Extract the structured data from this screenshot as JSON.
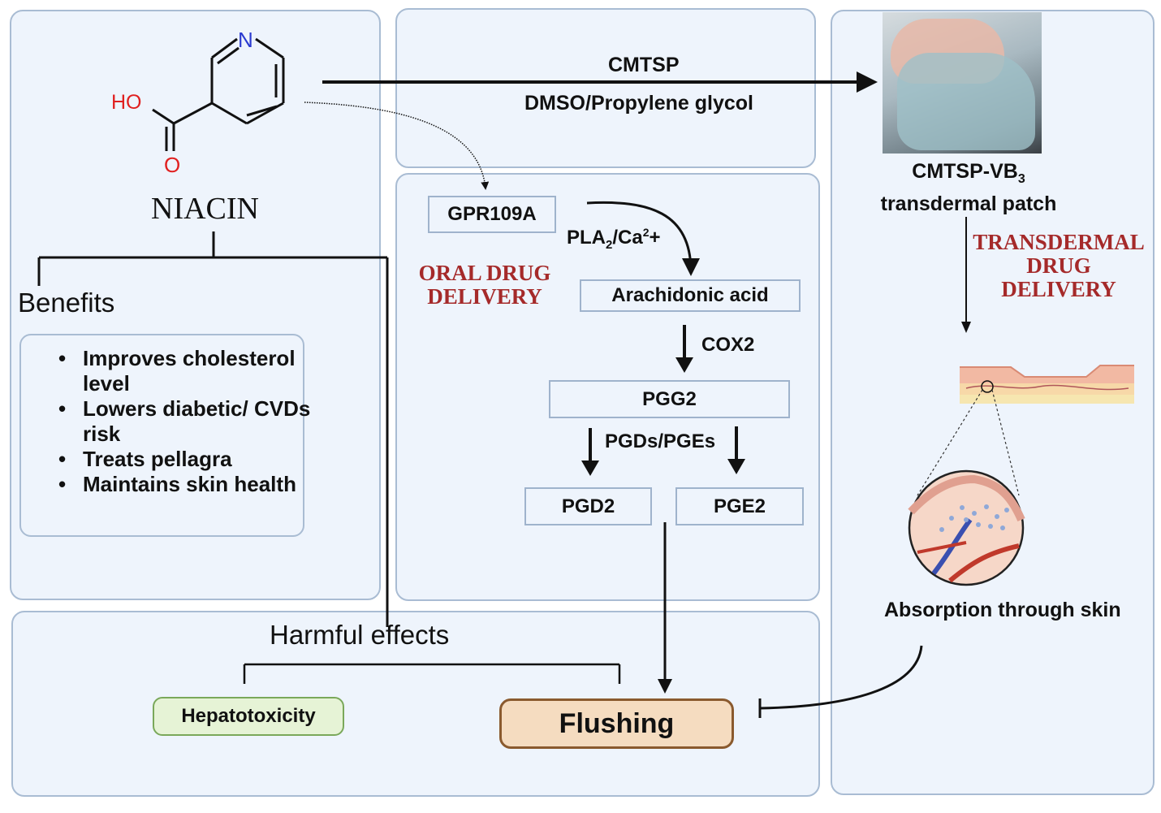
{
  "molecule": {
    "atom_n": "N",
    "atom_ho": "HO",
    "atom_o": "O",
    "name": "NIACIN"
  },
  "benefits": {
    "heading": "Benefits",
    "items": [
      "Improves cholesterol level",
      "Lowers diabetic/ CVDs risk",
      "Treats pellagra",
      "Maintains skin health"
    ]
  },
  "formulation": {
    "line1": "CMTSP",
    "line2": "DMSO/Propylene glycol"
  },
  "oral_pathway": {
    "receptor": "GPR109A",
    "label": "ORAL DRUG DELIVERY",
    "enzyme1_main": "PLA",
    "enzyme1_sub": "2",
    "enzyme1_mid": "/Ca",
    "enzyme1_sup": "2",
    "enzyme1_end": "+",
    "arachidonic": "Arachidonic acid",
    "cox": "COX2",
    "pgg2": "PGG2",
    "pgd_pge_label": "PGDs/PGEs",
    "pgd2": "PGD2",
    "pge2": "PGE2"
  },
  "transdermal": {
    "patch_main": "CMTSP-VB",
    "patch_sub": "3",
    "patch_line2": "transdermal patch",
    "label": "TRANSDERMAL DRUG DELIVERY",
    "absorption": "Absorption through skin"
  },
  "harmful": {
    "heading": "Harmful effects",
    "hepatotoxicity": "Hepatotoxicity",
    "flushing": "Flushing"
  },
  "colors": {
    "panel_fill": "#eef4fc",
    "panel_border": "#a9bcd3",
    "label_red": "#a52a2a",
    "oxygen_red": "#e02020",
    "nitrogen_blue": "#2a3ad0",
    "hepatotoxicity_fill": "#e6f3d6",
    "hepatotoxicity_border": "#7aa85a",
    "flushing_fill": "#f5dcc0",
    "flushing_border": "#8a5a2e"
  }
}
